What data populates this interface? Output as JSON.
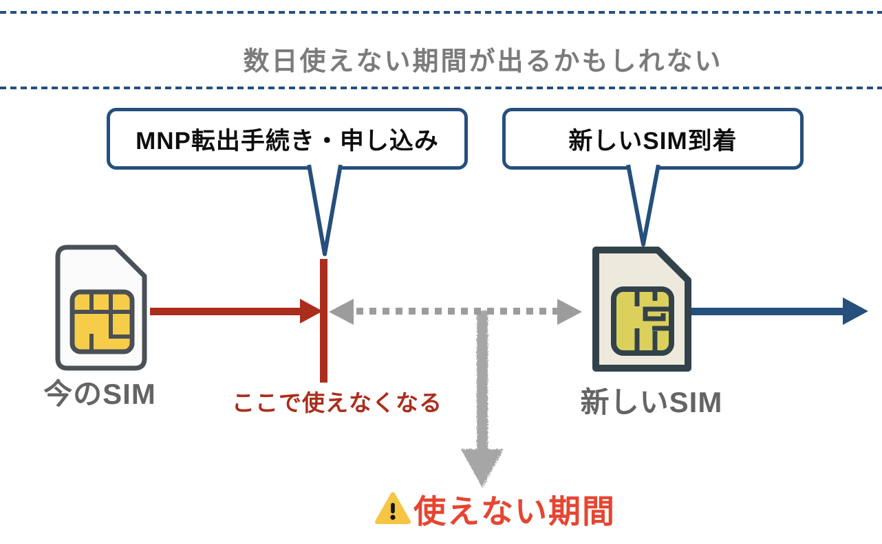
{
  "title": {
    "text": "数日使えない期間が出るかもしれない"
  },
  "separators": {
    "style": "dashed",
    "color": "#254f7c"
  },
  "bubbles": {
    "mnp": {
      "label": "MNP転出手続き・申し込み"
    },
    "arrival": {
      "label": "新しいSIM到着"
    }
  },
  "sims": {
    "current": {
      "label": "今のSIM",
      "icon": "sim-card-icon",
      "body_color": "#fbfbfb",
      "chip_color": "#f5cd49",
      "border_color": "#4a5056"
    },
    "new": {
      "label": "新しいSIM",
      "icon": "sim-card-icon",
      "body_color": "#edeadd",
      "chip_color": "#dcd05c",
      "border_color": "#32424b"
    }
  },
  "timeline": {
    "cutoff_label": "ここで使えなくなる",
    "red_arrow_color": "#ab2d1c",
    "gap_arrow_color": "#9c9c9c",
    "blue_arrow_color": "#254f7c"
  },
  "downtime": {
    "label": "使えない期間",
    "icon": "warning-triangle-icon",
    "text_color": "#e64531",
    "arrow_color": "#9a9a9a",
    "icon_fill": "#f6c544"
  },
  "colors": {
    "navy": "#254f7c",
    "red": "#ab2d1c",
    "red-bright": "#e64531",
    "gray-title": "#7b7b7b",
    "gray-label": "#646464",
    "gray-arrow": "#9c9c9c",
    "sketch-gray": "#9a9a9a",
    "sim1-border": "#4a5056",
    "sim1-body": "#fbfbfb",
    "sim1-chip": "#f5cd49",
    "sim2-border": "#32424b",
    "sim2-body": "#edeadd",
    "sim2-chip": "#dcd05c",
    "warning-yellow": "#f6c544",
    "warning-mark": "#151515",
    "bubble-text": "#0d0d0d"
  }
}
